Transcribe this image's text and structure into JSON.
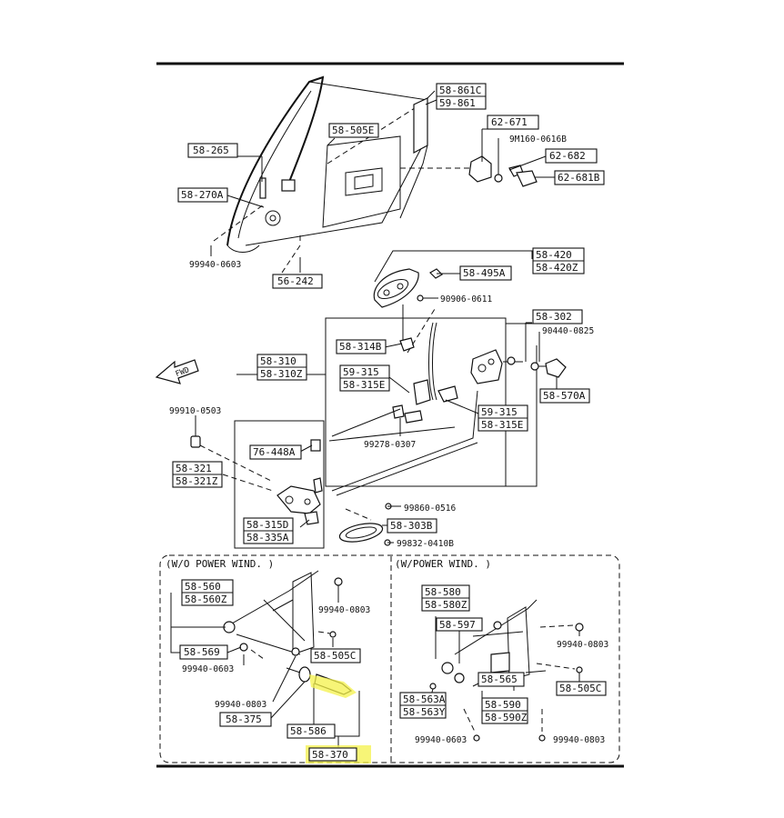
{
  "diagram": {
    "fwd_label": "FWD",
    "sections": {
      "without_power": "(W/O POWER WIND. )",
      "with_power": "(W/POWER WIND. )"
    },
    "parts": {
      "p58_861": [
        "58-861C",
        "59-861"
      ],
      "p62_671": "62-671",
      "p9m160": "9M160-0616B",
      "p62_682": "62-682",
      "p62_681": "62-681B",
      "p58_505E": "58-505E",
      "p58_265": "58-265",
      "p58_270A": "58-270A",
      "p99940_0603_top": "99940-0603",
      "p56_242": "56-242",
      "p58_420": [
        "58-420",
        "58-420Z"
      ],
      "p58_495A": "58-495A",
      "p90906": "90906-0611",
      "p58_302": "58-302",
      "p90440": "90440-0825",
      "p58_570A": "58-570A",
      "p58_314B": "58-314B",
      "p58_310": [
        "58-310",
        "58-310Z"
      ],
      "p59_315_a": [
        "59-315",
        "58-315E"
      ],
      "p59_315_b": [
        "59-315",
        "58-315E"
      ],
      "p99910": "99910-0503",
      "p76_448A": "76-448A",
      "p58_321": [
        "58-321",
        "58-321Z"
      ],
      "p99278": "99278-0307",
      "p99860": "99860-0516",
      "p58_315D": [
        "58-315D",
        "58-335A"
      ],
      "p58_303B": "58-303B",
      "p99832": "99832-0410B",
      "p58_560": [
        "58-560",
        "58-560Z"
      ],
      "p99940_0803_a": "99940-0803",
      "p58_569": "58-569",
      "p99940_0603_a": "99940-0603",
      "p58_505C_a": "58-505C",
      "p99940_0803_b": "99940-0803",
      "p58_375": "58-375",
      "p58_586": "58-586",
      "p58_370": "58-370",
      "p58_580": [
        "58-580",
        "58-580Z"
      ],
      "p58_597": "58-597",
      "p99940_0803_c": "99940-0803",
      "p58_563A": [
        "58-563A",
        "58-563Y"
      ],
      "p58_565": "58-565",
      "p58_505C_b": "58-505C",
      "p58_590": [
        "58-590",
        "58-590Z"
      ],
      "p99940_0603_b": "99940-0603",
      "p99940_0803_d": "99940-0803"
    },
    "highlight_color": "#f4f24a"
  }
}
